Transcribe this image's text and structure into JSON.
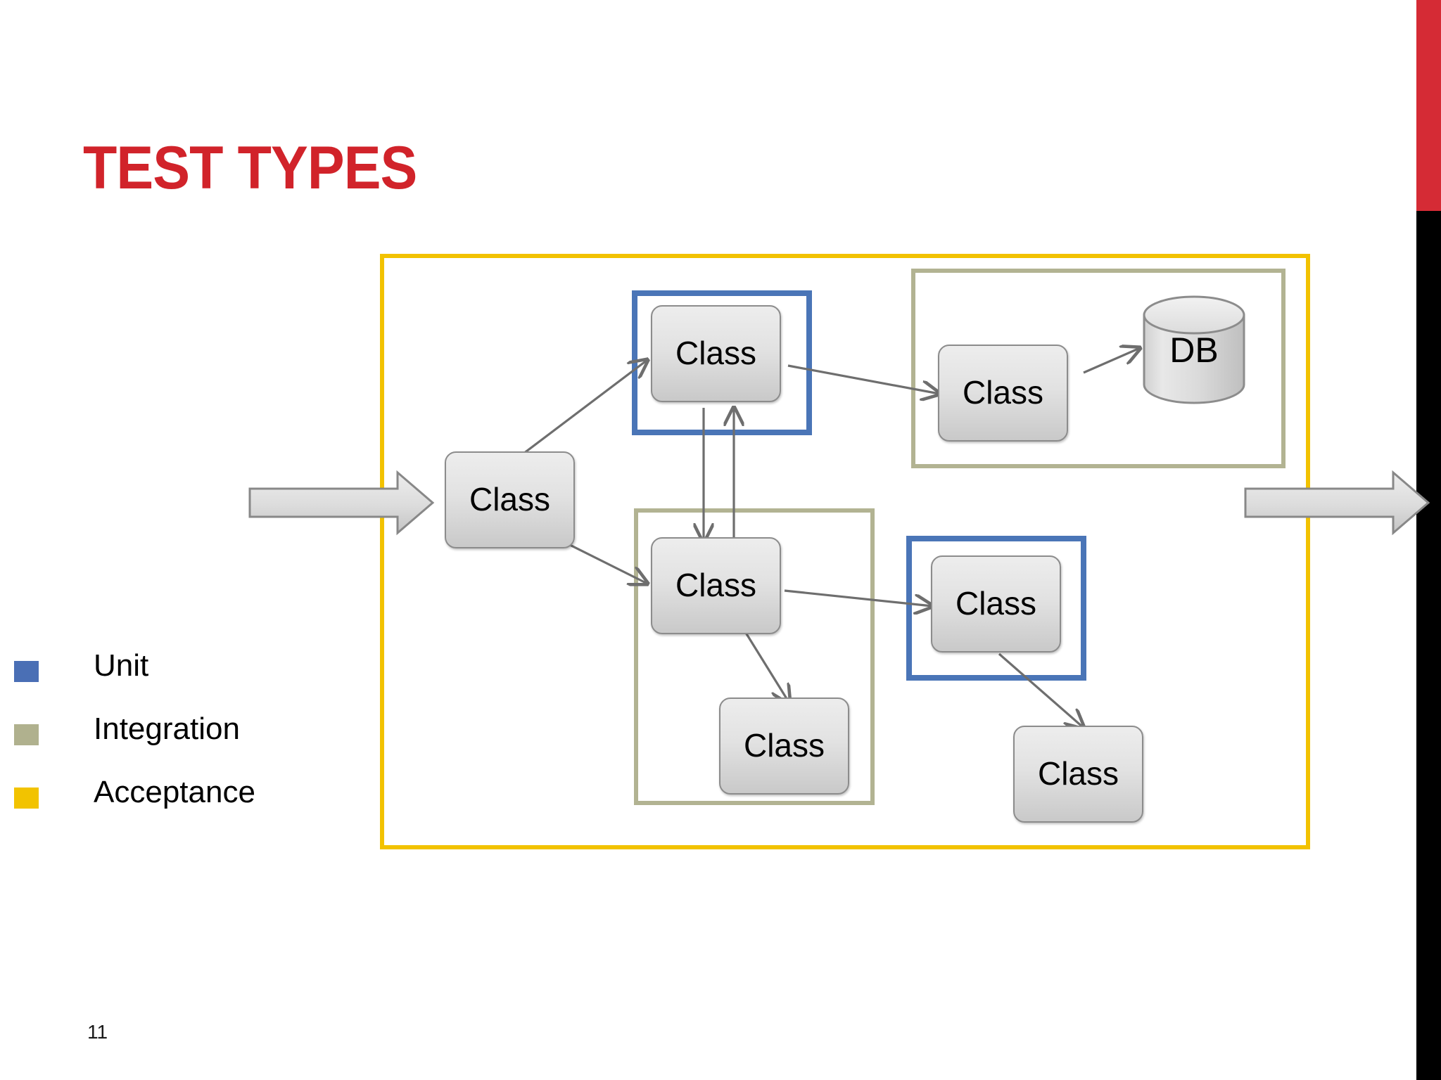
{
  "slide": {
    "title": "TEST TYPES",
    "page_number": "11",
    "title_color": "#D1232A",
    "accent_bar_red": "#D52B35",
    "accent_bar_black": "#000000"
  },
  "legend": {
    "items": [
      {
        "label": "Unit",
        "color": "#4A6FB5",
        "icon": "square-marker-icon"
      },
      {
        "label": "Integration",
        "color": "#B0B18E",
        "icon": "square-marker-icon"
      },
      {
        "label": "Acceptance",
        "color": "#F2C300",
        "icon": "square-marker-icon"
      }
    ]
  },
  "diagram": {
    "scopes": [
      {
        "name": "acceptance-scope",
        "type": "Acceptance",
        "color": "#F2C200"
      },
      {
        "name": "integration-scope-db",
        "type": "Integration",
        "color": "#B2B392"
      },
      {
        "name": "integration-scope-core",
        "type": "Integration",
        "color": "#B2B392"
      },
      {
        "name": "unit-scope-top",
        "type": "Unit",
        "color": "#4A75B7"
      },
      {
        "name": "unit-scope-bottom",
        "type": "Unit",
        "color": "#4A75B7"
      }
    ],
    "nodes": [
      {
        "id": "n-entry",
        "label": "Class",
        "scope": "acceptance"
      },
      {
        "id": "n-top",
        "label": "Class",
        "scope": "unit-top"
      },
      {
        "id": "n-db-client",
        "label": "Class",
        "scope": "integration-db"
      },
      {
        "id": "n-database",
        "label": "DB",
        "scope": "integration-db",
        "shape": "cylinder"
      },
      {
        "id": "n-core",
        "label": "Class",
        "scope": "integration-core"
      },
      {
        "id": "n-core-leaf",
        "label": "Class",
        "scope": "integration-core"
      },
      {
        "id": "n-unit-right",
        "label": "Class",
        "scope": "unit-bottom"
      },
      {
        "id": "n-tail",
        "label": "Class",
        "scope": "acceptance"
      }
    ],
    "edges": [
      {
        "from": "input-arrow",
        "to": "n-entry",
        "style": "block-arrow"
      },
      {
        "from": "n-entry",
        "to": "n-top",
        "style": "thin-arrow"
      },
      {
        "from": "n-entry",
        "to": "n-core",
        "style": "thin-arrow"
      },
      {
        "from": "n-top",
        "to": "n-db-client",
        "style": "thin-arrow"
      },
      {
        "from": "n-db-client",
        "to": "n-database",
        "style": "thin-arrow"
      },
      {
        "from": "n-top",
        "to": "n-core",
        "style": "thin-arrow"
      },
      {
        "from": "n-core",
        "to": "n-top",
        "style": "thin-arrow"
      },
      {
        "from": "n-core",
        "to": "n-unit-right",
        "style": "thin-arrow"
      },
      {
        "from": "n-core",
        "to": "n-core-leaf",
        "style": "thin-arrow"
      },
      {
        "from": "n-unit-right",
        "to": "n-tail",
        "style": "thin-arrow"
      },
      {
        "from": "acceptance-scope",
        "to": "output-arrow",
        "style": "block-arrow"
      }
    ],
    "node_labels": {
      "entry": "Class",
      "top": "Class",
      "db_client": "Class",
      "database": "DB",
      "core": "Class",
      "core_leaf": "Class",
      "unit_right": "Class",
      "tail": "Class"
    }
  }
}
